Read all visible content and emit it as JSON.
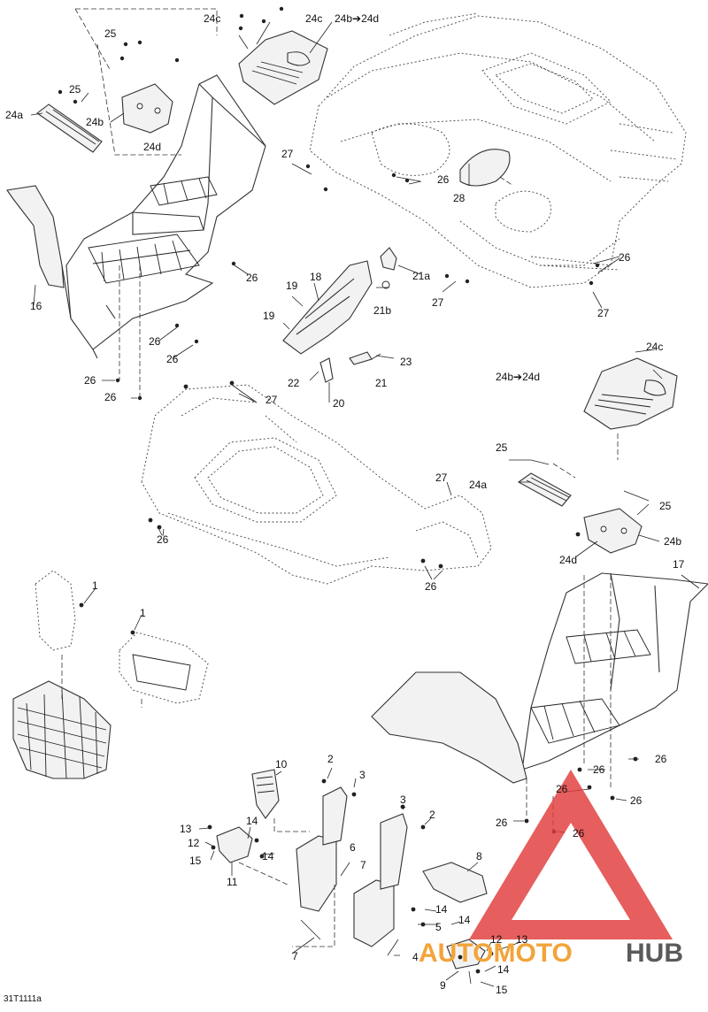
{
  "figure_code": "31T1111a",
  "watermark": {
    "left": "AUTOMOTO",
    "right": "HUB",
    "tri_color": "#e03a3a",
    "left_color": "#f2a43a",
    "right_color": "#5a5a5a"
  },
  "labels": [
    {
      "id": "l1",
      "text": "24c"
    },
    {
      "id": "l2",
      "text": "24c"
    },
    {
      "id": "l3",
      "text": "24b➔24d"
    },
    {
      "id": "l4",
      "text": "25"
    },
    {
      "id": "l5",
      "text": "25"
    },
    {
      "id": "l6",
      "text": "24a"
    },
    {
      "id": "l7",
      "text": "24b"
    },
    {
      "id": "l8",
      "text": "24d"
    },
    {
      "id": "l9",
      "text": "27"
    },
    {
      "id": "l10",
      "text": "26"
    },
    {
      "id": "l11",
      "text": "28"
    },
    {
      "id": "l12",
      "text": "26"
    },
    {
      "id": "l13",
      "text": "18"
    },
    {
      "id": "l14",
      "text": "19"
    },
    {
      "id": "l15",
      "text": "19"
    },
    {
      "id": "l16",
      "text": "21a"
    },
    {
      "id": "l17",
      "text": "21b"
    },
    {
      "id": "l18",
      "text": "27"
    },
    {
      "id": "l19",
      "text": "26"
    },
    {
      "id": "l20",
      "text": "27"
    },
    {
      "id": "l21",
      "text": "16"
    },
    {
      "id": "l22",
      "text": "26"
    },
    {
      "id": "l23",
      "text": "26"
    },
    {
      "id": "l24",
      "text": "26"
    },
    {
      "id": "l25",
      "text": "26"
    },
    {
      "id": "l26",
      "text": "21"
    },
    {
      "id": "l27",
      "text": "23"
    },
    {
      "id": "l28",
      "text": "22"
    },
    {
      "id": "l29",
      "text": "20"
    },
    {
      "id": "l30",
      "text": "27"
    },
    {
      "id": "l31",
      "text": "24c"
    },
    {
      "id": "l32",
      "text": "24b➔24d"
    },
    {
      "id": "l33",
      "text": "25"
    },
    {
      "id": "l34",
      "text": "27"
    },
    {
      "id": "l35",
      "text": "24a"
    },
    {
      "id": "l36",
      "text": "25"
    },
    {
      "id": "l37",
      "text": "24b"
    },
    {
      "id": "l38",
      "text": "24d"
    },
    {
      "id": "l39",
      "text": "26"
    },
    {
      "id": "l40",
      "text": "17"
    },
    {
      "id": "l41",
      "text": "26"
    },
    {
      "id": "l42",
      "text": "1"
    },
    {
      "id": "l43",
      "text": "1"
    },
    {
      "id": "l44",
      "text": "26"
    },
    {
      "id": "l45",
      "text": "26"
    },
    {
      "id": "l46",
      "text": "26"
    },
    {
      "id": "l47",
      "text": "26"
    },
    {
      "id": "l48",
      "text": "26"
    },
    {
      "id": "l49",
      "text": "26"
    },
    {
      "id": "l50",
      "text": "10"
    },
    {
      "id": "l51",
      "text": "2"
    },
    {
      "id": "l52",
      "text": "3"
    },
    {
      "id": "l53",
      "text": "3"
    },
    {
      "id": "l54",
      "text": "2"
    },
    {
      "id": "l55",
      "text": "13"
    },
    {
      "id": "l56",
      "text": "14"
    },
    {
      "id": "l57",
      "text": "12"
    },
    {
      "id": "l58",
      "text": "14"
    },
    {
      "id": "l59",
      "text": "15"
    },
    {
      "id": "l60",
      "text": "6"
    },
    {
      "id": "l61",
      "text": "11"
    },
    {
      "id": "l62",
      "text": "7"
    },
    {
      "id": "l63",
      "text": "8"
    },
    {
      "id": "l64",
      "text": "14"
    },
    {
      "id": "l65",
      "text": "5"
    },
    {
      "id": "l66",
      "text": "14"
    },
    {
      "id": "l67",
      "text": "7"
    },
    {
      "id": "l68",
      "text": "4"
    },
    {
      "id": "l69",
      "text": "12"
    },
    {
      "id": "l70",
      "text": "13"
    },
    {
      "id": "l71",
      "text": "14"
    },
    {
      "id": "l72",
      "text": "9"
    },
    {
      "id": "l73",
      "text": "15"
    }
  ]
}
